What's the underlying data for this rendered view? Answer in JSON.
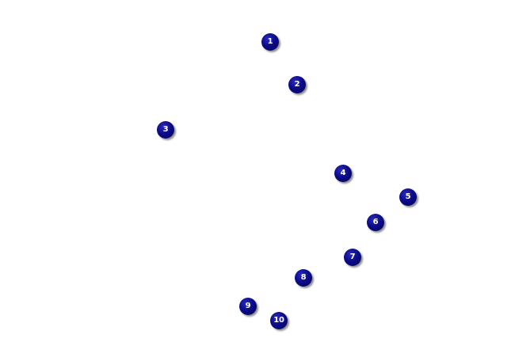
{
  "colors": {
    "background": "#ffffff",
    "marker_fill": "#0b0b8a",
    "marker_text": "#ffffff"
  },
  "markers": [
    {
      "label": "1"
    },
    {
      "label": "2"
    },
    {
      "label": "3"
    },
    {
      "label": "4"
    },
    {
      "label": "5"
    },
    {
      "label": "6"
    },
    {
      "label": "7"
    },
    {
      "label": "8"
    },
    {
      "label": "9"
    },
    {
      "label": "10"
    }
  ]
}
